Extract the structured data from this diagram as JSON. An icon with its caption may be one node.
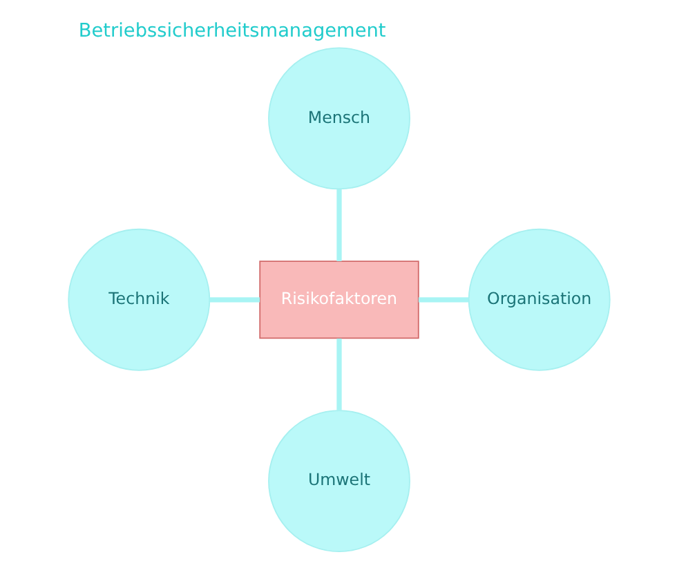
{
  "diagram": {
    "title": "Betriebssicherheitsmanagement",
    "nodes": [
      {
        "text": [
          "Mensch"
        ]
      },
      {
        "text": [
          "Technik"
        ]
      },
      {
        "text": [
          "Risikofaktoren"
        ]
      },
      {
        "text": [
          "Organisation"
        ]
      },
      {
        "text": [
          "Umwelt"
        ]
      }
    ],
    "edges": [
      {
        "from": 0,
        "to": 2,
        "arrow": "none"
      },
      {
        "from": 1,
        "to": 2,
        "arrow": "none"
      },
      {
        "from": 2,
        "to": 3,
        "arrow": "none"
      },
      {
        "from": 2,
        "to": 4,
        "arrow": "none"
      }
    ]
  }
}
